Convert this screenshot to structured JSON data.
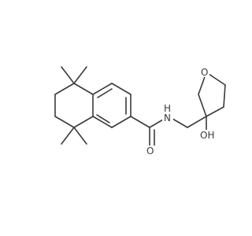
{
  "molecule": {
    "atoms": {
      "oxygen_carbonyl": "O",
      "nitrogen_amide": "N",
      "hydrogen_amide": "H",
      "oxygen_ring": "O",
      "hydroxyl": "OH"
    }
  }
}
